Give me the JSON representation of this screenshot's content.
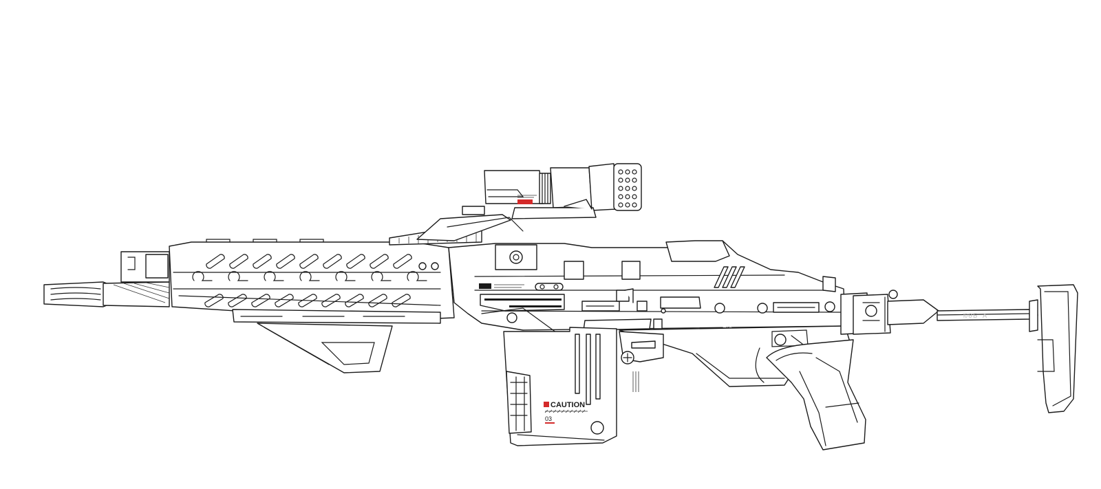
{
  "labels": {
    "caution": "CAUTION",
    "magazine_number": "03",
    "receiver_mark": "ZIC",
    "stock_mark": "ЮӨБ А"
  },
  "colors": {
    "line": "#1a1a1a",
    "accent_red": "#d42a2a",
    "background": "#ffffff",
    "faint_text": "#c8c8c8"
  }
}
